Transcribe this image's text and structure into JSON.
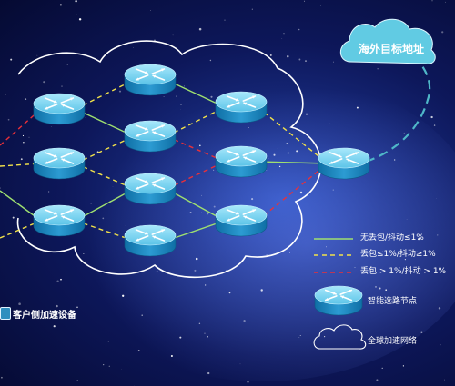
{
  "labels": {
    "target": "海外目标地址",
    "client_device": "客户侧加速设备"
  },
  "legend": {
    "items": [
      {
        "label": "无丢包/抖动≤1%",
        "color": "#9fe070",
        "style": "solid"
      },
      {
        "label": "丢包≤1%/抖动≥1%",
        "color": "#f2e24a",
        "style": "dashed"
      },
      {
        "label": "丢包 > 1%/抖动 > 1%",
        "color": "#e8303a",
        "style": "dashed"
      }
    ],
    "node_label": "智能选路节点",
    "cloud_label": "全球加速网络"
  },
  "colors": {
    "router_top": "#7fd6f2",
    "router_side": "#1b82b8",
    "router_edge": "#0d5a86",
    "cloud_stroke": "#ffffff",
    "target_cloud": "#61cbe3",
    "target_dash": "#4fb7c8"
  }
}
